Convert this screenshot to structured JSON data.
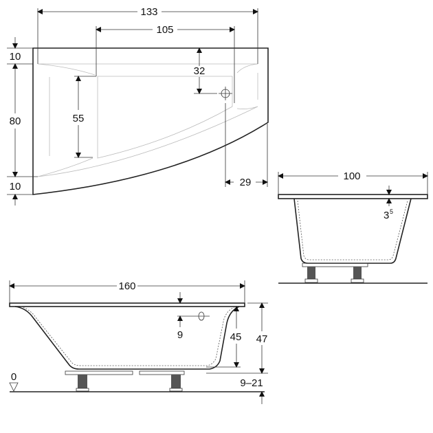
{
  "top_view": {
    "overall_length": "133",
    "inner_length": "105",
    "drain_offset": "32",
    "inner_width": "55",
    "width": "80",
    "rim_top": "10",
    "rim_bottom": "10",
    "drain_side_offset": "29"
  },
  "end_view": {
    "width": "100",
    "rim_depth": "3",
    "rim_depth_sup": "5"
  },
  "side_view": {
    "length": "160",
    "overflow_offset": "9",
    "inner_depth": "45",
    "total_height": "47",
    "leg_height": "9–21",
    "floor_level": "0"
  }
}
